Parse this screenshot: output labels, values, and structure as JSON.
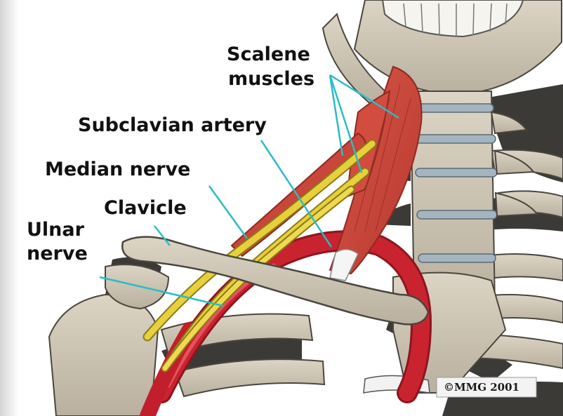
{
  "labels": {
    "scalene_line1": "Scalene",
    "scalene_line2": "muscles",
    "subclavian": "Subclavian artery",
    "median": "Median nerve",
    "clavicle": "Clavicle",
    "ulnar_line1": "Ulnar",
    "ulnar_line2": "nerve"
  },
  "copyright": "©MMG 2001",
  "colors": {
    "bone": "#d2c9b8",
    "bone_shadow": "#3c3a37",
    "muscle": "#c8463a",
    "artery": "#c21f2d",
    "nerve": "#e6d03c",
    "vertebral_disc": "#9fb0bc",
    "leader_line": "#2bbcc4"
  }
}
